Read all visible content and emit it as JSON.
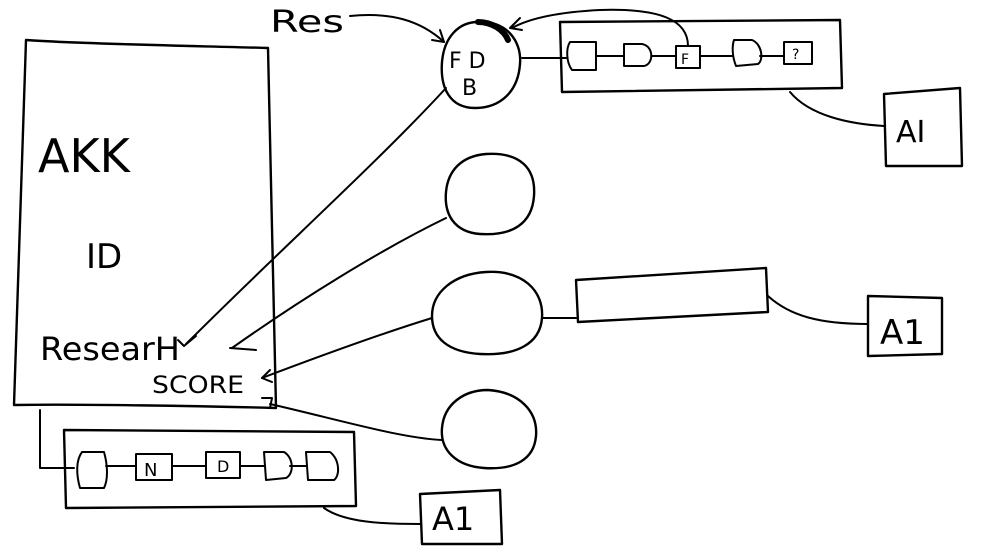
{
  "colors": {
    "ink": "#000000",
    "background": "#ffffff"
  },
  "main_box": {
    "title": "AKK",
    "id_label": "ID",
    "research_label": "ResearH",
    "score_label": "SCORE"
  },
  "top_node": {
    "line1": "F D",
    "line2": "B",
    "res_label": "Res"
  },
  "top_chain": {
    "nodes": [
      "",
      "",
      "F",
      "",
      "?"
    ]
  },
  "bottom_chain": {
    "nodes": [
      "",
      "N",
      "D",
      "",
      ""
    ]
  },
  "ai_labels": {
    "top": "AI",
    "middle": "A1",
    "bottom": "A1"
  }
}
